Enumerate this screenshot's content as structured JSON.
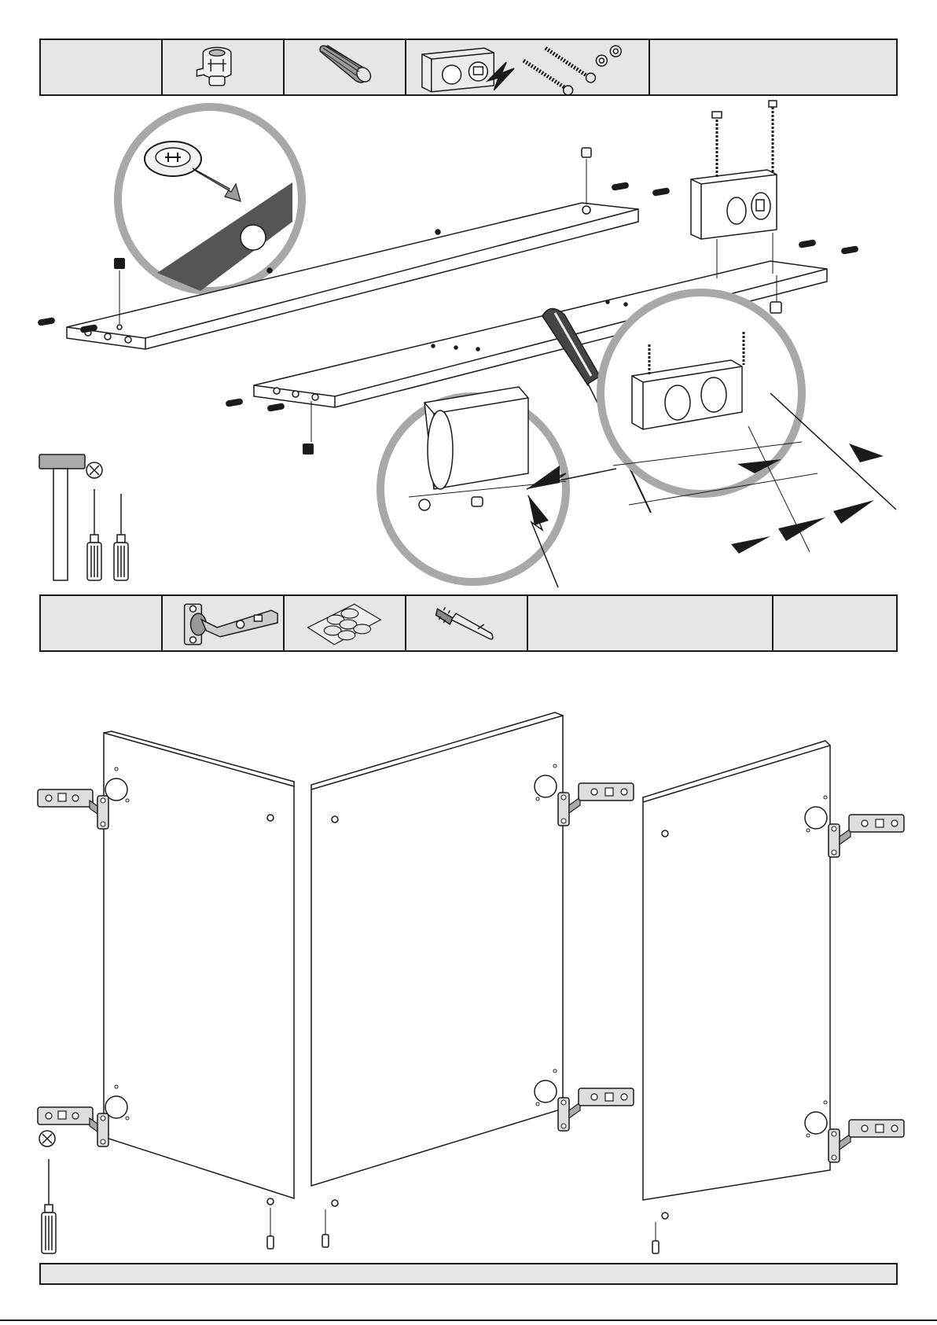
{
  "document": {
    "type": "assembly-instruction-page",
    "colors": {
      "line": "#1a1a1a",
      "table_fill": "#e6e6e6",
      "detail_circle": "#a8a8a8",
      "panel_dark": "#555555"
    }
  },
  "parts_table_top": {
    "cells": [
      {
        "icon": "blank"
      },
      {
        "icon": "cam-lock-icon"
      },
      {
        "icon": "wooden-dowel-icon"
      },
      {
        "icon": "mounting-bracket-with-screws-icon"
      },
      {
        "icon": "blank"
      }
    ]
  },
  "parts_table_middle": {
    "cells": [
      {
        "icon": "blank"
      },
      {
        "icon": "concealed-hinge-icon"
      },
      {
        "icon": "felt-pads-sheet-icon"
      },
      {
        "icon": "expansion-dowel-icon"
      },
      {
        "icon": "blank"
      },
      {
        "icon": "blank"
      }
    ]
  },
  "step_upper": {
    "tools": [
      "hammer-icon",
      "crossed-circle-icon",
      "phillips-screwdriver-icon",
      "flat-screwdriver-icon"
    ],
    "details": [
      "cam-lock-insertion-detail",
      "bracket-alignment-detail",
      "bracket-screwing-detail"
    ]
  },
  "step_lower": {
    "doors": 3,
    "hinges_per_door": 2,
    "tools": [
      "crossed-circle-icon",
      "phillips-screwdriver-icon"
    ]
  },
  "bottom_bar": {}
}
